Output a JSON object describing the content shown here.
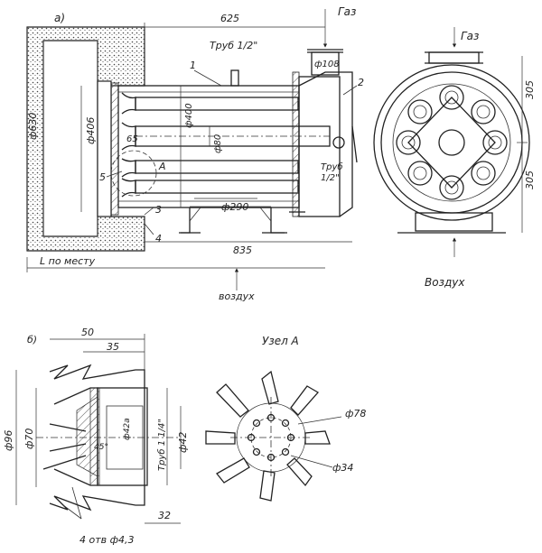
{
  "view_a": {
    "label": "а)",
    "gas_label": "Газ",
    "dim_625": "625",
    "pipe_label_top": "Труб 1/2\"",
    "dim_d108": "ф108",
    "dim_d630": "ф630",
    "dim_d406": "ф406",
    "dim_d400": "ф400",
    "dim_d80": "ф80",
    "dim_65": "65",
    "dim_d290": "ф290",
    "dim_835": "835",
    "dim_L": "L по месту",
    "pipe_label_side_1": "Труб",
    "pipe_label_side_2": "1/2\"",
    "node_A": "А",
    "callout_1": "1",
    "callout_2": "2",
    "callout_3": "3",
    "callout_4": "4",
    "callout_5": "5",
    "air_label": "воздух"
  },
  "end_view": {
    "gas_label": "Газ",
    "dim_305_top": "305",
    "dim_305_bottom": "305",
    "air_label": "Воздух"
  },
  "view_b": {
    "label": "б)",
    "dim_50": "50",
    "dim_35": "35",
    "dim_d96": "ф96",
    "dim_d70": "ф70",
    "dim_d42a": "ф42а",
    "angle_45": "45°",
    "pipe_label": "Труб 1 1/4\"",
    "dim_d42": "ф42",
    "dim_32": "32",
    "holes_label": "4 отв ф4,3"
  },
  "node_a_view": {
    "title": "Узел А",
    "dim_d78": "ф78",
    "dim_d34": "ф34"
  }
}
